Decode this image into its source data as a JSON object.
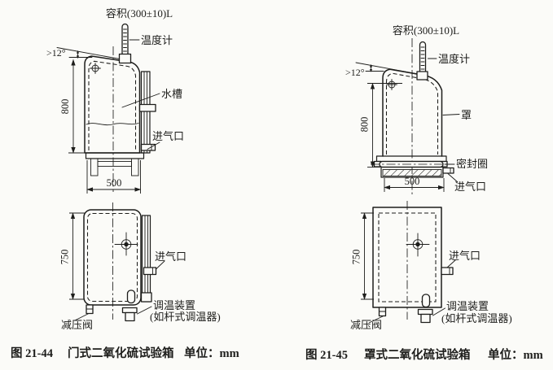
{
  "colors": {
    "paper": "#fbfbf8",
    "ink": "#1d1d1b"
  },
  "fig_left": {
    "volume": "容积(300±10)L",
    "thermometer": "温度计",
    "angle": ">12°",
    "water_tank": "水槽",
    "inlet_side": "进气口",
    "inlet_front": "进气口",
    "dim_height": "800",
    "dim_width": "500",
    "dim_front_height": "750",
    "regulator_line1": "调温装置",
    "regulator_line2": "(如杆式调温器)",
    "relief_valve": "减压阀",
    "caption_no": "图 21-44",
    "caption_title": "门式二氧化硫试验箱",
    "caption_unit": "单位：mm"
  },
  "fig_right": {
    "volume": "容积(300±10)L",
    "thermometer": "温度计",
    "angle": ">12°",
    "cover": "罩",
    "seal_ring": "密封圈",
    "inlet_side": "进气口",
    "inlet_front": "进气口",
    "dim_height": "800",
    "dim_width": "500",
    "dim_front_height": "750",
    "regulator_line1": "调温装置",
    "regulator_line2": "(如杆式调温器)",
    "relief_valve": "减压阀",
    "caption_no": "图 21-45",
    "caption_title": "罩式二氧化硫试验箱",
    "caption_unit": "单位：mm"
  }
}
